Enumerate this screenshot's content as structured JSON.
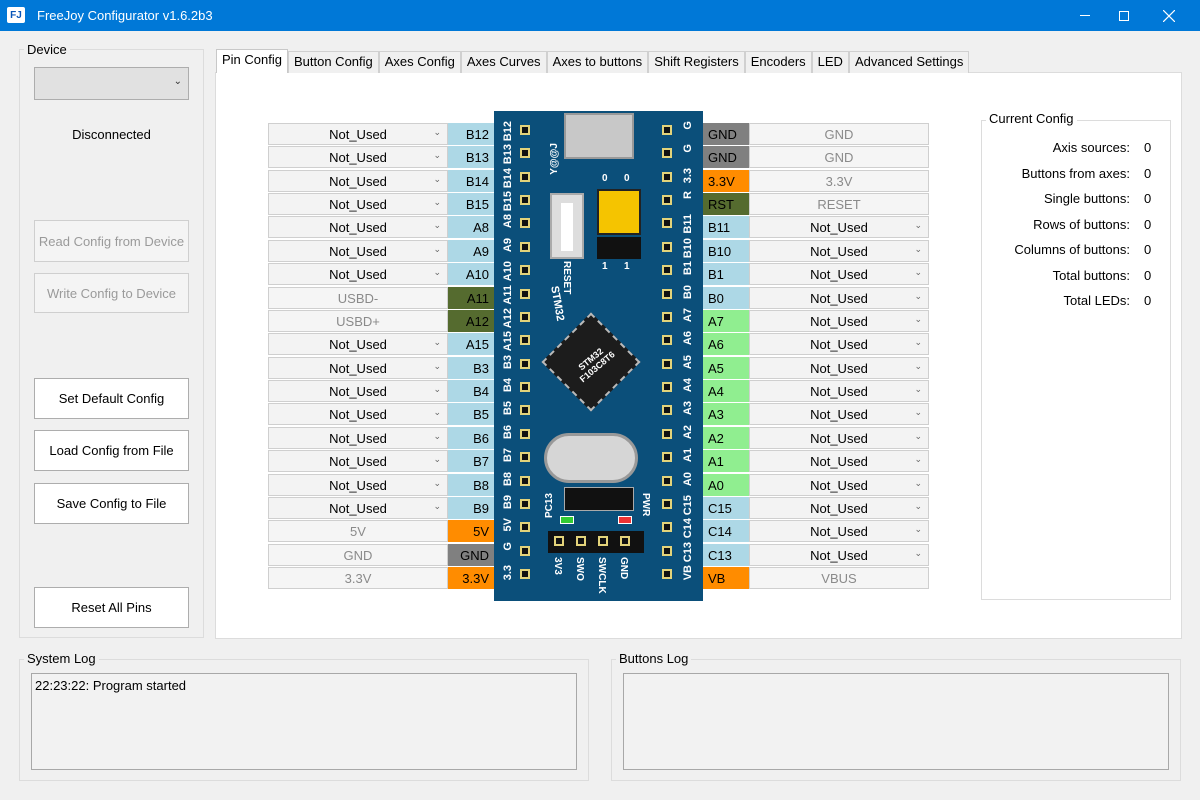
{
  "window": {
    "title": "FreeJoy Configurator v1.6.2b3",
    "icon_text": "FJ"
  },
  "device_panel": {
    "label": "Device",
    "status": "Disconnected",
    "buttons": {
      "read": "Read Config from Device",
      "write": "Write Config to Device",
      "set_default": "Set Default Config",
      "load": "Load Config from File",
      "save": "Save Config to File",
      "reset": "Reset All Pins"
    }
  },
  "tabs": [
    "Pin Config",
    "Button Config",
    "Axes Config",
    "Axes Curves",
    "Axes to buttons",
    "Shift Registers",
    "Encoders",
    "LED",
    "Advanced Settings"
  ],
  "left_pins": [
    {
      "name": "B12",
      "value": "Not_Used",
      "enabled": true,
      "color": "#add8e6"
    },
    {
      "name": "B13",
      "value": "Not_Used",
      "enabled": true,
      "color": "#add8e6"
    },
    {
      "name": "B14",
      "value": "Not_Used",
      "enabled": true,
      "color": "#add8e6"
    },
    {
      "name": "B15",
      "value": "Not_Used",
      "enabled": true,
      "color": "#add8e6"
    },
    {
      "name": "A8",
      "value": "Not_Used",
      "enabled": true,
      "color": "#add8e6"
    },
    {
      "name": "A9",
      "value": "Not_Used",
      "enabled": true,
      "color": "#add8e6"
    },
    {
      "name": "A10",
      "value": "Not_Used",
      "enabled": true,
      "color": "#add8e6"
    },
    {
      "name": "A11",
      "value": "USBD-",
      "enabled": false,
      "color": "#556b2f"
    },
    {
      "name": "A12",
      "value": "USBD+",
      "enabled": false,
      "color": "#556b2f"
    },
    {
      "name": "A15",
      "value": "Not_Used",
      "enabled": true,
      "color": "#add8e6"
    },
    {
      "name": "B3",
      "value": "Not_Used",
      "enabled": true,
      "color": "#add8e6"
    },
    {
      "name": "B4",
      "value": "Not_Used",
      "enabled": true,
      "color": "#add8e6"
    },
    {
      "name": "B5",
      "value": "Not_Used",
      "enabled": true,
      "color": "#add8e6"
    },
    {
      "name": "B6",
      "value": "Not_Used",
      "enabled": true,
      "color": "#add8e6"
    },
    {
      "name": "B7",
      "value": "Not_Used",
      "enabled": true,
      "color": "#add8e6"
    },
    {
      "name": "B8",
      "value": "Not_Used",
      "enabled": true,
      "color": "#add8e6"
    },
    {
      "name": "B9",
      "value": "Not_Used",
      "enabled": true,
      "color": "#add8e6"
    },
    {
      "name": "5V",
      "value": "5V",
      "enabled": false,
      "color": "#ff8c00"
    },
    {
      "name": "GND",
      "value": "GND",
      "enabled": false,
      "color": "#808080"
    },
    {
      "name": "3.3V",
      "value": "3.3V",
      "enabled": false,
      "color": "#ff8c00"
    }
  ],
  "right_pins": [
    {
      "name": "GND",
      "value": "GND",
      "enabled": false,
      "color": "#808080"
    },
    {
      "name": "GND",
      "value": "GND",
      "enabled": false,
      "color": "#808080"
    },
    {
      "name": "3.3V",
      "value": "3.3V",
      "enabled": false,
      "color": "#ff8c00"
    },
    {
      "name": "RST",
      "value": "RESET",
      "enabled": false,
      "color": "#556b2f"
    },
    {
      "name": "B11",
      "value": "Not_Used",
      "enabled": true,
      "color": "#add8e6"
    },
    {
      "name": "B10",
      "value": "Not_Used",
      "enabled": true,
      "color": "#add8e6"
    },
    {
      "name": "B1",
      "value": "Not_Used",
      "enabled": true,
      "color": "#add8e6"
    },
    {
      "name": "B0",
      "value": "Not_Used",
      "enabled": true,
      "color": "#add8e6"
    },
    {
      "name": "A7",
      "value": "Not_Used",
      "enabled": true,
      "color": "#90ee90"
    },
    {
      "name": "A6",
      "value": "Not_Used",
      "enabled": true,
      "color": "#90ee90"
    },
    {
      "name": "A5",
      "value": "Not_Used",
      "enabled": true,
      "color": "#90ee90"
    },
    {
      "name": "A4",
      "value": "Not_Used",
      "enabled": true,
      "color": "#90ee90"
    },
    {
      "name": "A3",
      "value": "Not_Used",
      "enabled": true,
      "color": "#90ee90"
    },
    {
      "name": "A2",
      "value": "Not_Used",
      "enabled": true,
      "color": "#90ee90"
    },
    {
      "name": "A1",
      "value": "Not_Used",
      "enabled": true,
      "color": "#90ee90"
    },
    {
      "name": "A0",
      "value": "Not_Used",
      "enabled": true,
      "color": "#90ee90"
    },
    {
      "name": "C15",
      "value": "Not_Used",
      "enabled": true,
      "color": "#add8e6"
    },
    {
      "name": "C14",
      "value": "Not_Used",
      "enabled": true,
      "color": "#add8e6"
    },
    {
      "name": "C13",
      "value": "Not_Used",
      "enabled": true,
      "color": "#add8e6"
    },
    {
      "name": "VB",
      "value": "VBUS",
      "enabled": false,
      "color": "#ff8c00"
    }
  ],
  "board": {
    "left_labels": [
      "B12",
      "B13",
      "B14",
      "B15",
      "A8",
      "A9",
      "A10",
      "A11",
      "A12",
      "A15",
      "B3",
      "B4",
      "B5",
      "B6",
      "B7",
      "B8",
      "B9",
      "5V",
      "G",
      "3.3"
    ],
    "right_labels": [
      "G",
      "G",
      "3.3",
      "R",
      "B11",
      "B10",
      "B1",
      "B0",
      "A7",
      "A6",
      "A5",
      "A4",
      "A3",
      "A2",
      "A1",
      "A0",
      "C15",
      "C14",
      "C13",
      "VB"
    ],
    "chip_text": "STM32 F103C8T6",
    "brand_text": "STM32",
    "reset_text": "RESET",
    "pc13_text": "PC13",
    "pwr_text": "PWR",
    "yaj_text": "Y@@J",
    "swd_labels": [
      "3V3",
      "SWO",
      "SWCLK",
      "GND"
    ],
    "jumper_labels": [
      "0",
      "0",
      "1",
      "1"
    ]
  },
  "current_config": {
    "title": "Current Config",
    "rows": [
      {
        "label": "Axis sources:",
        "value": "0"
      },
      {
        "label": "Buttons from axes:",
        "value": "0"
      },
      {
        "label": "Single buttons:",
        "value": "0"
      },
      {
        "label": "Rows of buttons:",
        "value": "0"
      },
      {
        "label": "Columns of buttons:",
        "value": "0"
      },
      {
        "label": "Total buttons:",
        "value": "0"
      },
      {
        "label": "Total LEDs:",
        "value": "0"
      }
    ]
  },
  "system_log": {
    "title": "System Log",
    "text": "22:23:22: Program started"
  },
  "buttons_log": {
    "title": "Buttons Log",
    "text": ""
  }
}
